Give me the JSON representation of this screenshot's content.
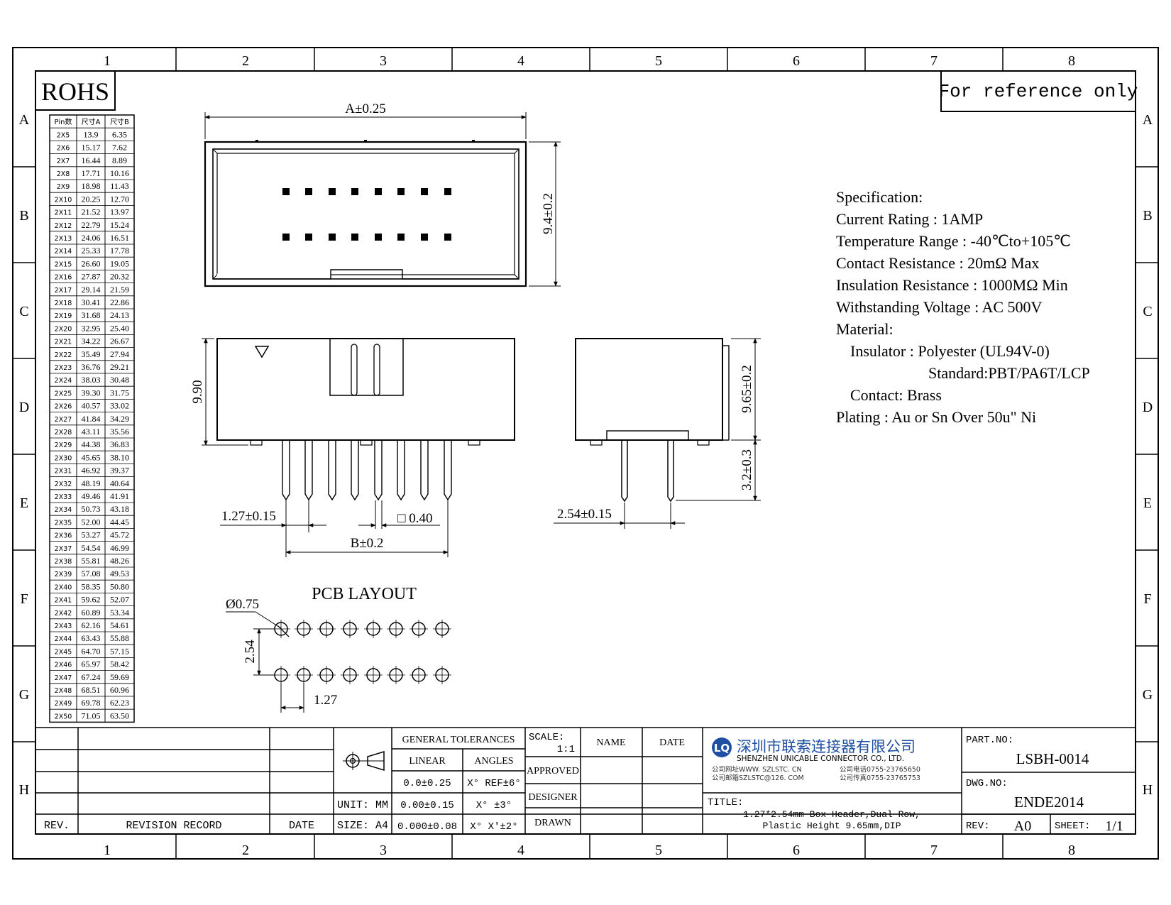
{
  "frame": {
    "zones_h": [
      "1",
      "2",
      "3",
      "4",
      "5",
      "6",
      "7",
      "8"
    ],
    "zones_v": [
      "A",
      "B",
      "C",
      "D",
      "E",
      "F",
      "G",
      "H"
    ]
  },
  "rohs": "ROHS",
  "reference": "For reference only",
  "pin_table": {
    "headers": [
      "Pin数",
      "尺寸A",
      "尺寸B"
    ],
    "rows": [
      [
        "2X5",
        "13.9",
        "6.35"
      ],
      [
        "2X6",
        "15.17",
        "7.62"
      ],
      [
        "2X7",
        "16.44",
        "8.89"
      ],
      [
        "2X8",
        "17.71",
        "10.16"
      ],
      [
        "2X9",
        "18.98",
        "11.43"
      ],
      [
        "2X10",
        "20.25",
        "12.70"
      ],
      [
        "2X11",
        "21.52",
        "13.97"
      ],
      [
        "2X12",
        "22.79",
        "15.24"
      ],
      [
        "2X13",
        "24.06",
        "16.51"
      ],
      [
        "2X14",
        "25.33",
        "17.78"
      ],
      [
        "2X15",
        "26.60",
        "19.05"
      ],
      [
        "2X16",
        "27.87",
        "20.32"
      ],
      [
        "2X17",
        "29.14",
        "21.59"
      ],
      [
        "2X18",
        "30.41",
        "22.86"
      ],
      [
        "2X19",
        "31.68",
        "24.13"
      ],
      [
        "2X20",
        "32.95",
        "25.40"
      ],
      [
        "2X21",
        "34.22",
        "26.67"
      ],
      [
        "2X22",
        "35.49",
        "27.94"
      ],
      [
        "2X23",
        "36.76",
        "29.21"
      ],
      [
        "2X24",
        "38.03",
        "30.48"
      ],
      [
        "2X25",
        "39.30",
        "31.75"
      ],
      [
        "2X26",
        "40.57",
        "33.02"
      ],
      [
        "2X27",
        "41.84",
        "34.29"
      ],
      [
        "2X28",
        "43.11",
        "35.56"
      ],
      [
        "2X29",
        "44.38",
        "36.83"
      ],
      [
        "2X30",
        "45.65",
        "38.10"
      ],
      [
        "2X31",
        "46.92",
        "39.37"
      ],
      [
        "2X32",
        "48.19",
        "40.64"
      ],
      [
        "2X33",
        "49.46",
        "41.91"
      ],
      [
        "2X34",
        "50.73",
        "43.18"
      ],
      [
        "2X35",
        "52.00",
        "44.45"
      ],
      [
        "2X36",
        "53.27",
        "45.72"
      ],
      [
        "2X37",
        "54.54",
        "46.99"
      ],
      [
        "2X38",
        "55.81",
        "48.26"
      ],
      [
        "2X39",
        "57.08",
        "49.53"
      ],
      [
        "2X40",
        "58.35",
        "50.80"
      ],
      [
        "2X41",
        "59.62",
        "52.07"
      ],
      [
        "2X42",
        "60.89",
        "53.34"
      ],
      [
        "2X43",
        "62.16",
        "54.61"
      ],
      [
        "2X44",
        "63.43",
        "55.88"
      ],
      [
        "2X45",
        "64.70",
        "57.15"
      ],
      [
        "2X46",
        "65.97",
        "58.42"
      ],
      [
        "2X47",
        "67.24",
        "59.69"
      ],
      [
        "2X48",
        "68.51",
        "60.96"
      ],
      [
        "2X49",
        "69.78",
        "62.23"
      ],
      [
        "2X50",
        "71.05",
        "63.50"
      ]
    ]
  },
  "dims": {
    "a": "A±0.25",
    "h94": "9.4±0.2",
    "h990": "9.90",
    "h965": "9.65±0.2",
    "h32": "3.2±0.3",
    "pitch127": "1.27±0.15",
    "pin040": "□ 0.40",
    "b": "B±0.2",
    "pitch254": "2.54±0.15",
    "pcb_title": "PCB LAYOUT",
    "hole": "Ø0.75",
    "pcb254": "2.54",
    "pcb127": "1.27"
  },
  "spec": {
    "lines": [
      "Specification:",
      "Current Rating : 1AMP",
      "Temperature Range : -40℃to+105℃",
      "Contact Resistance : 20mΩ Max",
      "Insulation Resistance : 1000MΩ Min",
      "Withstanding Voltage : AC 500V",
      "Material:",
      "Insulator : Polyester (UL94V-0)",
      "Standard:PBT/PA6T/LCP",
      "Contact: Brass",
      "Plating : Au or Sn Over 50u\" Ni"
    ]
  },
  "title_block": {
    "rev": "REV.",
    "revision_record": "REVISION RECORD",
    "date": "DATE",
    "unit": "UNIT: MM",
    "size": "SIZE: A4",
    "general_tol": "GENERAL TOLERANCES",
    "linear": "LINEAR",
    "angles": "ANGLES",
    "tol_rows": [
      [
        "0.0±0.25",
        "X° REF±6°"
      ],
      [
        "0.00±0.15",
        "X° ±3°"
      ],
      [
        "0.000±0.08",
        "X° X'±2°"
      ]
    ],
    "scale_label": "SCALE:",
    "scale_value": "1:1",
    "name": "NAME",
    "date2": "DATE",
    "approved": "APPROVED",
    "designer": "DESIGNER",
    "drawn": "DRAWN",
    "company_cn": "深圳市联索连接器有限公司",
    "company_en": "SHENZHEN UNICABLE CONNECTOR CO., LTD.",
    "web": "公司网址WWW. SZLSTC. CN",
    "email": "公司邮箱SZLSTC@126. COM",
    "tel": "公司电话0755-23765650",
    "fax": "公司传真0755-23765753",
    "title_label": "TITLE:",
    "title_line1": "1.27*2.54mm Box Header,Dual Row,",
    "title_line2": "Plastic Height 9.65mm,DIP",
    "part_no_label": "PART.NO:",
    "part_no": "LSBH-0014",
    "dwg_no_label": "DWG.NO:",
    "dwg_no": "ENDE2014",
    "rev_label": "REV:",
    "rev_value": "A0",
    "sheet_label": "SHEET:",
    "sheet_value": "1/1"
  }
}
